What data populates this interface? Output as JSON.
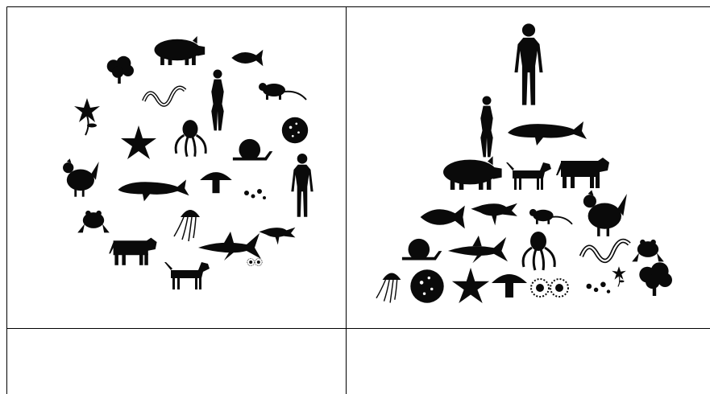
{
  "table": {
    "rows": 2,
    "cols": 2,
    "border_color": "#000000",
    "background": "#ffffff"
  },
  "figures": {
    "left": {
      "arrangement": "circle",
      "silhouette_color": "#0a0a0a",
      "items": [
        "pig-icon",
        "tree-icon",
        "fish-icon",
        "snake-icon",
        "woman-icon",
        "rat-icon",
        "flower-icon",
        "starfish-icon",
        "octopus-icon",
        "snail-icon",
        "cell-icon",
        "man-icon",
        "chicken-icon",
        "whale-icon",
        "mushroom-icon",
        "bacteria-icon",
        "frog-icon",
        "jellyfish-icon",
        "cow-icon",
        "shark-icon",
        "bird-icon",
        "dog-icon",
        "microbe-icon"
      ]
    },
    "right": {
      "arrangement": "pyramid",
      "silhouette_color": "#0a0a0a",
      "tiers": [
        [
          "man-icon"
        ],
        [
          "woman-icon",
          "whale-icon"
        ],
        [
          "pig-icon",
          "dog-icon",
          "cow-icon"
        ],
        [
          "fish-icon",
          "bird-icon",
          "rat-icon",
          "chicken-icon"
        ],
        [
          "snail-icon",
          "shark-icon",
          "octopus-icon",
          "snake-icon",
          "frog-icon"
        ],
        [
          "jellyfish-icon",
          "cell-icon",
          "starfish-icon",
          "mushroom-icon",
          "microbe-icon",
          "bacteria-icon",
          "flower-icon",
          "tree-icon"
        ]
      ]
    }
  }
}
